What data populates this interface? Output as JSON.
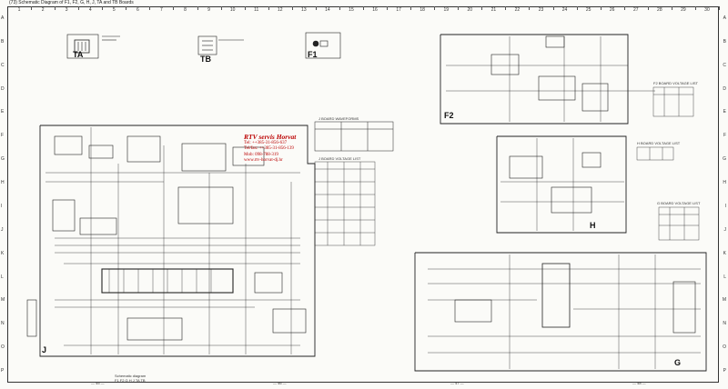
{
  "header": {
    "title": "(73) Schematic Diagram of F1, F2, G, H, J, TA and TB Boards"
  },
  "columns": [
    "1",
    "2",
    "3",
    "4",
    "5",
    "6",
    "7",
    "8",
    "9",
    "10",
    "11",
    "12",
    "13",
    "14",
    "15",
    "16",
    "17",
    "18",
    "19",
    "20",
    "21",
    "22",
    "23",
    "24",
    "25",
    "26",
    "27",
    "28",
    "29",
    "30"
  ],
  "rows": [
    "A",
    "B",
    "C",
    "D",
    "E",
    "F",
    "G",
    "H",
    "I",
    "J",
    "K",
    "L",
    "M",
    "N",
    "O",
    "P"
  ],
  "board_labels": {
    "ta": "TA",
    "tb": "TB",
    "f1": "F1",
    "f2": "F2",
    "h": "H",
    "j": "J",
    "g": "G"
  },
  "watermark": {
    "title": "RTV servis Horvat",
    "tel": "Tel:      ++385-31-856-637",
    "telfax": "Tel/fax: ++385-31-856-139",
    "mob": "Mob:       098-788-319",
    "web": "www.rtv-horvat-dj.hr"
  },
  "tables": {
    "waveforms": "J BOARD WAVEFORMS",
    "j_voltage": "J BOARD VOLTAGE LIST",
    "f2_voltage": "F2 BOARD VOLTAGE LIST",
    "h_voltage": "H BOARD VOLTAGE LIST",
    "g_voltage": "G BOARD VOLTAGE LIST"
  },
  "footer": {
    "caption": "Schematic diagram",
    "boards": "F1 F2 G H J TA TB",
    "pages": [
      "— 45 —",
      "— 46 —",
      "— 47 —",
      "— 48 —"
    ]
  },
  "colors": {
    "ink": "#222222",
    "stamp": "#bb0000",
    "paper": "#fbfbf8"
  }
}
